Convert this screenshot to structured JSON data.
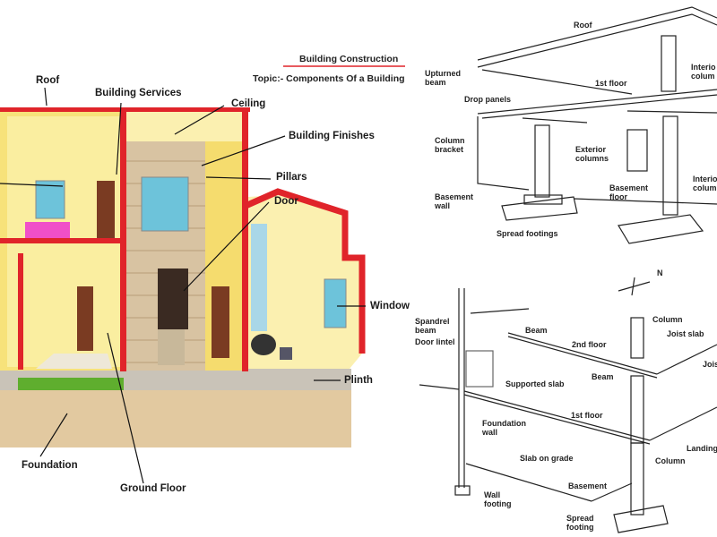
{
  "header": {
    "title": "Building Construction",
    "topic": "Topic:-  Components Of a Building"
  },
  "left_labels": {
    "roof": "Roof",
    "services": "Building Services",
    "ceiling": "Ceiling",
    "finishes": "Building Finishes",
    "pillars": "Pillars",
    "door": "Door",
    "window": "Window",
    "plinth": "Plinth",
    "foundation": "Foundation",
    "ground_floor": "Ground Floor"
  },
  "top_right": {
    "roof": "Roof",
    "upturned": [
      "Upturned",
      "beam"
    ],
    "interior1": [
      "Interio",
      "colum"
    ],
    "first_floor": "1st floor",
    "drop_panels": "Drop panels",
    "bracket": [
      "Column",
      "bracket"
    ],
    "exterior": [
      "Exterior",
      "columns"
    ],
    "interior2": [
      "Interio",
      "colum"
    ],
    "basement_wall": [
      "Basement",
      "wall"
    ],
    "basement_floor": [
      "Basement",
      "floor"
    ],
    "spread": "Spread footings"
  },
  "bottom_right": {
    "north": "N",
    "spandrel": [
      "Spandrel",
      "beam"
    ],
    "lintel": "Door lintel",
    "beam1": "Beam",
    "second_floor": "2nd floor",
    "column1": "Column",
    "joist_slab": "Joist slab",
    "joist": "Jois",
    "supported": "Supported slab",
    "beam2": "Beam",
    "first_floor": "1st floor",
    "foundation_wall": [
      "Foundation",
      "wall"
    ],
    "slab_grade": "Slab on grade",
    "column2": "Column",
    "landing": "Landing",
    "basement": "Basement",
    "wall_footing": [
      "Wall",
      "footing"
    ],
    "spread_footing": [
      "Spread",
      "footing"
    ]
  },
  "colors": {
    "red": "#e0242a",
    "yellow": "#f7e27a",
    "ground": "#e2c9a0",
    "grass": "#5fae2e"
  }
}
